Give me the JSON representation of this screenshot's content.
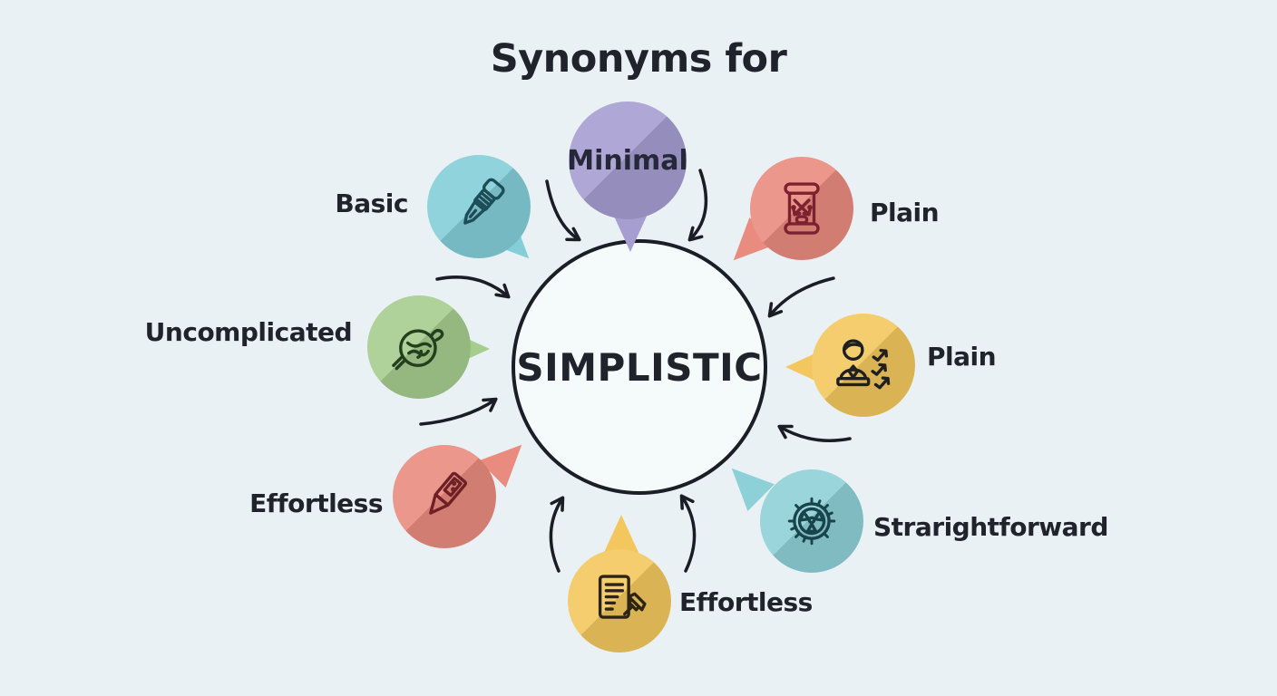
{
  "title": "Synonyms for",
  "center": {
    "word": "SIMPLISTIC"
  },
  "colors": {
    "background": "#e9f1f4",
    "outline": "#1a1d24",
    "text": "#20232b",
    "center_fill": "#f5fafb"
  },
  "nodes": [
    {
      "id": "minimal",
      "label": "Minimal",
      "color": "#a69dd0",
      "icon": "none"
    },
    {
      "id": "basic",
      "label": "Basic",
      "color": "#84ced9",
      "icon": "pen-icon"
    },
    {
      "id": "plain-top",
      "label": "Plain",
      "color": "#e98b7f",
      "icon": "map-scroll-icon"
    },
    {
      "id": "uncomplicated",
      "label": "Uncomplicated",
      "color": "#a5cd8e",
      "icon": "yarn-needle-icon"
    },
    {
      "id": "plain-right",
      "label": "Plain",
      "color": "#f3c75e",
      "icon": "person-arrows-icon"
    },
    {
      "id": "effortless-left",
      "label": "Effortless",
      "color": "#e98b7f",
      "icon": "pencil-icon"
    },
    {
      "id": "strarightforward",
      "label": "Strarightforward",
      "color": "#8ed0d8",
      "icon": "gear-wheel-icon"
    },
    {
      "id": "effortless-bottom",
      "label": "Effortless",
      "color": "#f3c75e",
      "icon": "document-pin-icon"
    }
  ]
}
